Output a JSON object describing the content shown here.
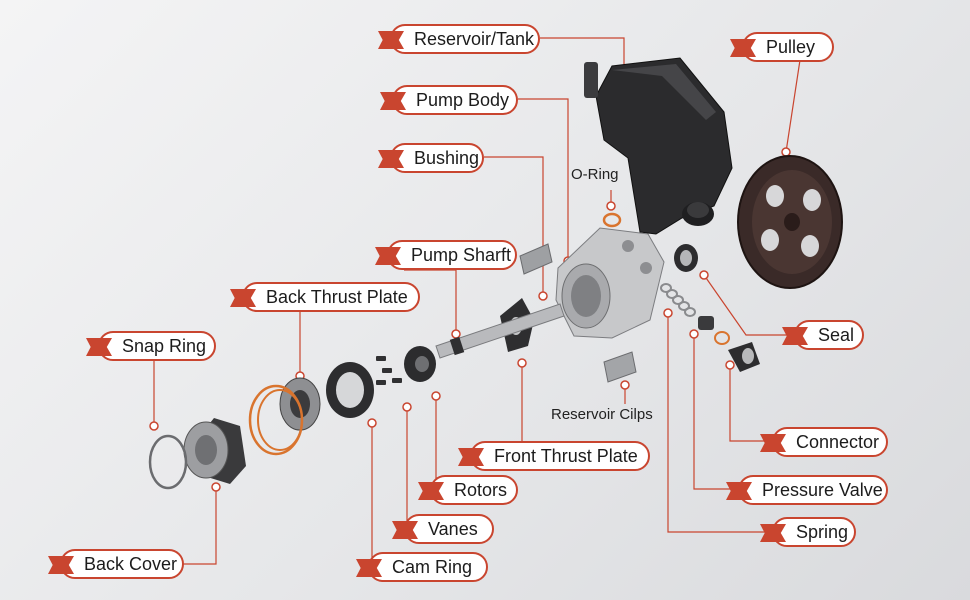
{
  "accent_color": "#c9452f",
  "labels": {
    "reservoir_tank": "Reservoir/Tank",
    "pulley": "Pulley",
    "pump_body": "Pump Body",
    "bushing": "Bushing",
    "o_ring": "O-Ring",
    "pump_shaft": "Pump Sharft",
    "back_thrust_plate": "Back Thrust Plate",
    "snap_ring": "Snap Ring",
    "seal": "Seal",
    "reservoir_clips": "Reservoir Cilps",
    "front_thrust_plate": "Front Thrust Plate",
    "connector": "Connector",
    "rotors": "Rotors",
    "pressure_valve": "Pressure Valve",
    "vanes": "Vanes",
    "spring": "Spring",
    "back_cover": "Back Cover",
    "cam_ring": "Cam Ring"
  }
}
